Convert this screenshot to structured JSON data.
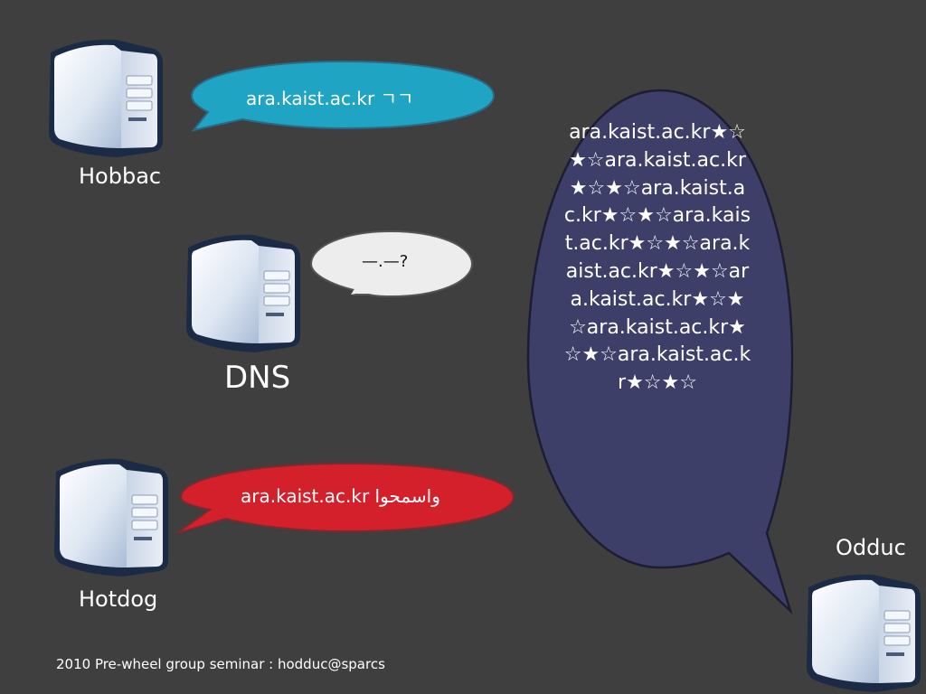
{
  "slide": {
    "footer": "2010 Pre-wheel group seminar : hodduc@sparcs",
    "dns_label": "DNS"
  },
  "servers": {
    "hobbac": {
      "label": "Hobbac"
    },
    "dns": {
      "label": "DNS"
    },
    "hotdog": {
      "label": "Hotdog"
    },
    "odduc": {
      "label": "Odduc"
    }
  },
  "bubbles": {
    "hobbac": {
      "text": "ara.kaist.ac.kr ㄱㄱ",
      "color": "#1fa4c4"
    },
    "dns": {
      "text": "—.—?",
      "color": "#ededed"
    },
    "hotdog": {
      "text": "ara.kaist.ac.kr واسمحوا",
      "color": "#d4202a"
    },
    "odduc": {
      "text": "ara.kaist.ac.kr★☆★☆ara.kaist.ac.kr★☆★☆ara.kaist.ac.kr★☆★☆ara.kaist.ac.kr★☆★☆ara.kaist.ac.kr★☆★☆ara.kaist.ac.kr★☆★☆ara.kaist.ac.kr★☆★☆ara.kaist.ac.kr★☆★☆",
      "color": "#3d3f68"
    }
  }
}
